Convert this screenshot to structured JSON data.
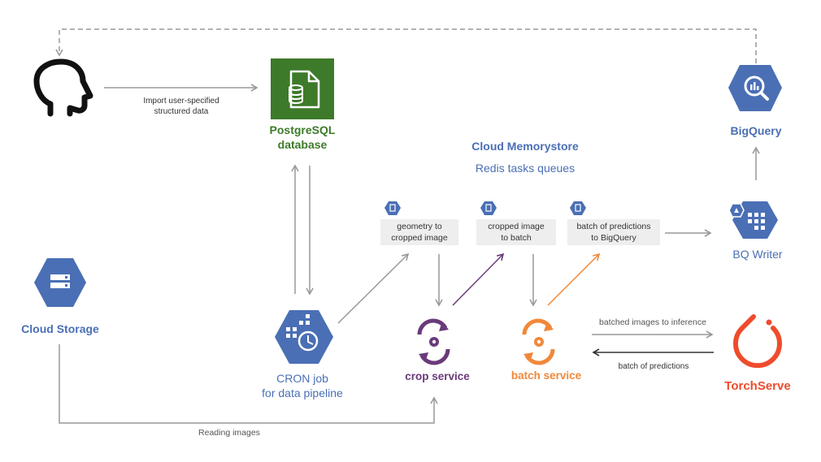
{
  "nodes": {
    "user": {
      "label": ""
    },
    "postgres": {
      "line1": "PostgreSQL",
      "line2": "database"
    },
    "bigquery": {
      "label": "BigQuery"
    },
    "memorystore": {
      "title": "Cloud Memorystore",
      "subtitle": "Redis tasks queues"
    },
    "queues": [
      {
        "line1": "geometry to",
        "line2": "cropped image"
      },
      {
        "line1": "cropped image",
        "line2": "to batch"
      },
      {
        "line1": "batch of predictions",
        "line2": "to BigQuery"
      }
    ],
    "bq_writer": {
      "label": "BQ Writer"
    },
    "cloud_storage": {
      "label": "Cloud Storage"
    },
    "cron": {
      "line1": "CRON job",
      "line2": "for data pipeline"
    },
    "crop": {
      "label": "crop service"
    },
    "batch": {
      "label": "batch service"
    },
    "torchserve": {
      "label": "TorchServe"
    }
  },
  "edges": {
    "import": {
      "line1": "Import user-specified",
      "line2": "structured data"
    },
    "to_inference": "batched images to inference",
    "predictions": "batch of predictions",
    "reading": "Reading images"
  },
  "colors": {
    "gcp_blue": "#4a6fb5",
    "postgres_green": "#3d7a2a",
    "crop_purple": "#6a3a7a",
    "batch_orange": "#f0883a",
    "torch_red": "#ee4c2c",
    "arrow_gray": "#999999"
  }
}
